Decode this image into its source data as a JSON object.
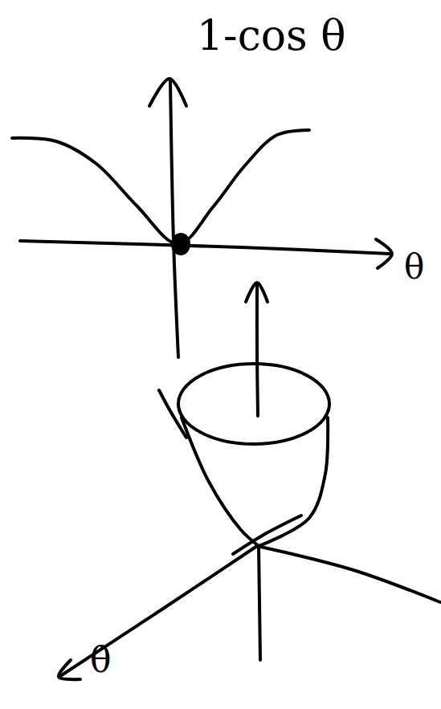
{
  "diagram": {
    "labels": [
      "1-cos θ",
      "θ",
      "θ̇"
    ]
  }
}
